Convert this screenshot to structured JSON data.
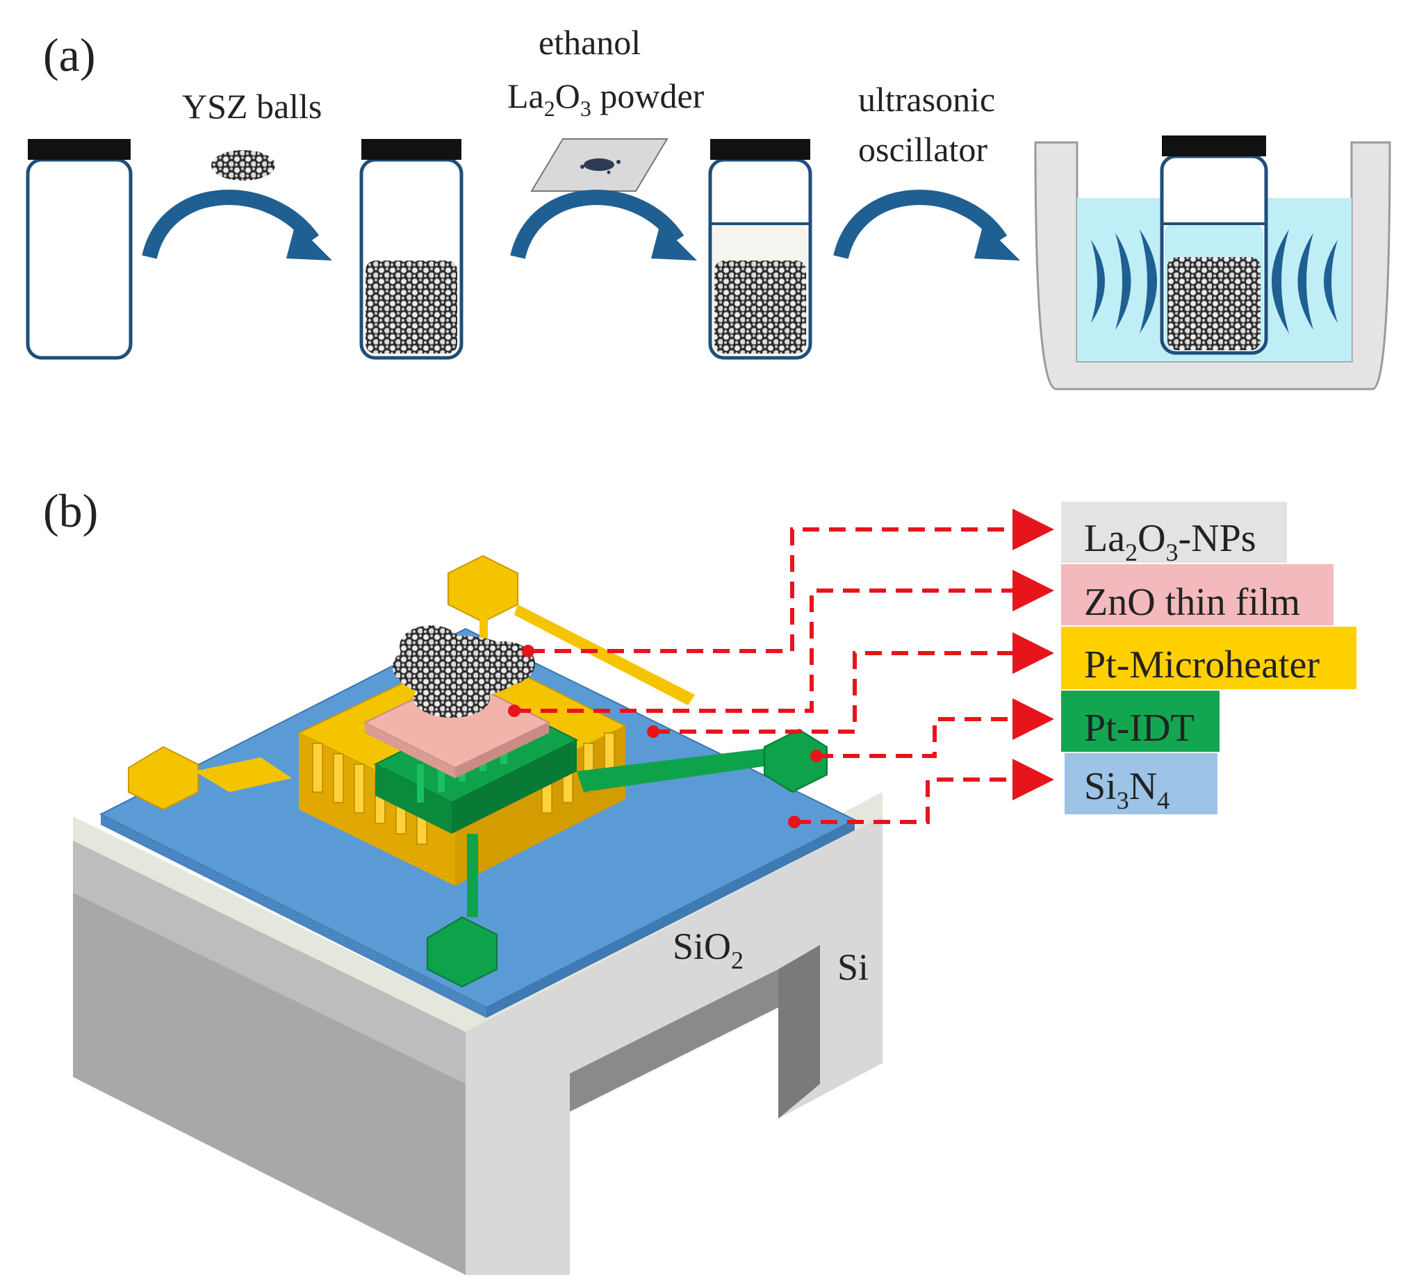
{
  "panel_a": {
    "label": "(a)",
    "step1_text": "YSZ balls",
    "step2_text_line1": "ethanol",
    "step2_text_line2_base": "La",
    "step2_text_line2_sub1": "2",
    "step2_text_line2_mid": "O",
    "step2_text_line2_sub2": "3",
    "step2_text_line2_tail": " powder",
    "step3_text_line1": "ultrasonic",
    "step3_text_line2": "oscillator"
  },
  "panel_b": {
    "label": "(b)",
    "legend": [
      {
        "key": "la2o3",
        "parts": [
          "La",
          "2",
          "O",
          "3",
          "-NPs"
        ],
        "color": "#e3e3e3"
      },
      {
        "key": "zno",
        "parts": [
          "ZnO thin film"
        ],
        "color": "#f4b9bd"
      },
      {
        "key": "heater",
        "parts": [
          "Pt-Microheater"
        ],
        "color": "#ffd000"
      },
      {
        "key": "idt",
        "parts": [
          "Pt-IDT"
        ],
        "color": "#12a651"
      },
      {
        "key": "si3n4",
        "parts": [
          "Si",
          "3",
          "N",
          "4"
        ],
        "color": "#9dc3e6"
      }
    ],
    "sio2_base": "SiO",
    "sio2_sub": "2",
    "si_label": "Si"
  },
  "colors": {
    "arrow_blue": "#1f5f91",
    "jar_outline": "#1f4e79",
    "water": "#bfeef7",
    "wave": "#1f5f91",
    "leader_red": "#e8141c",
    "substrate_blue": "#5b9bd5",
    "gold": "#f5c400",
    "green": "#0ea24a"
  }
}
